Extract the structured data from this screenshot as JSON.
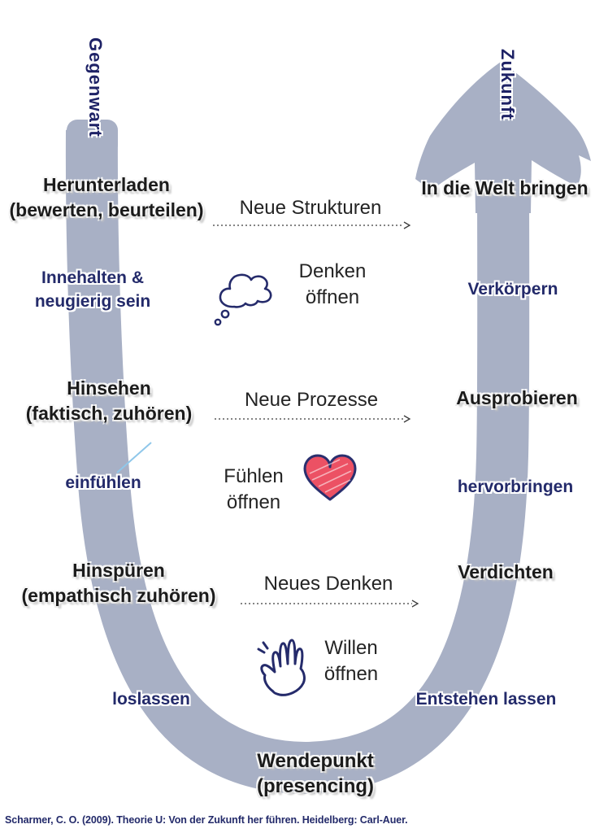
{
  "diagram": {
    "title_implied": "Theorie U",
    "axes": {
      "left_vertical": "Gegenwart",
      "right_vertical": "Zukunft"
    },
    "left_column": {
      "stages": [
        {
          "line1": "Herunterladen",
          "line2": "(bewerten, beurteilen)"
        },
        {
          "line1": "Hinsehen",
          "line2": "(faktisch, zuhören)"
        },
        {
          "line1": "Hinspüren",
          "line2": "(empathisch zuhören)"
        }
      ],
      "practices": [
        {
          "line1": "Innehalten &",
          "line2": "neugierig sein"
        },
        {
          "line1": "einfühlen",
          "line2": ""
        },
        {
          "line1": "loslassen",
          "line2": ""
        }
      ]
    },
    "right_column": {
      "stages": [
        {
          "line1": "In die Welt bringen"
        },
        {
          "line1": "Ausprobieren"
        },
        {
          "line1": "Verdichten"
        }
      ],
      "practices": [
        {
          "line1": "Verkörpern"
        },
        {
          "line1": "hervorbringen"
        },
        {
          "line1": "Entstehen lassen"
        }
      ]
    },
    "center_column": {
      "arrow_labels": [
        "Neue Strukturen",
        "Neue Prozesse",
        "Neues Denken"
      ],
      "opens": [
        {
          "line1": "Denken",
          "line2": "öffnen",
          "icon": "thought-cloud-icon"
        },
        {
          "line1": "Fühlen",
          "line2": "öffnen",
          "icon": "heart-icon"
        },
        {
          "line1": "Willen",
          "line2": "öffnen",
          "icon": "open-hand-icon"
        }
      ],
      "turning_point": {
        "line1": "Wendepunkt",
        "line2": "(presencing)"
      }
    },
    "citation": "Scharmer, C. O. (2009). Theorie U: Von der Zukunft her führen. Heidelberg: Carl-Auer."
  },
  "colors": {
    "u_band": "#a8b0c5",
    "navy_text": "#232a6a",
    "black_text": "#1b1b1b",
    "heart_fill": "#ec5164",
    "icon_outline": "#252b6b",
    "dotted_arrow": "#3a3a3a",
    "accent_line_blue": "#8fc7ea",
    "background": "#ffffff"
  }
}
